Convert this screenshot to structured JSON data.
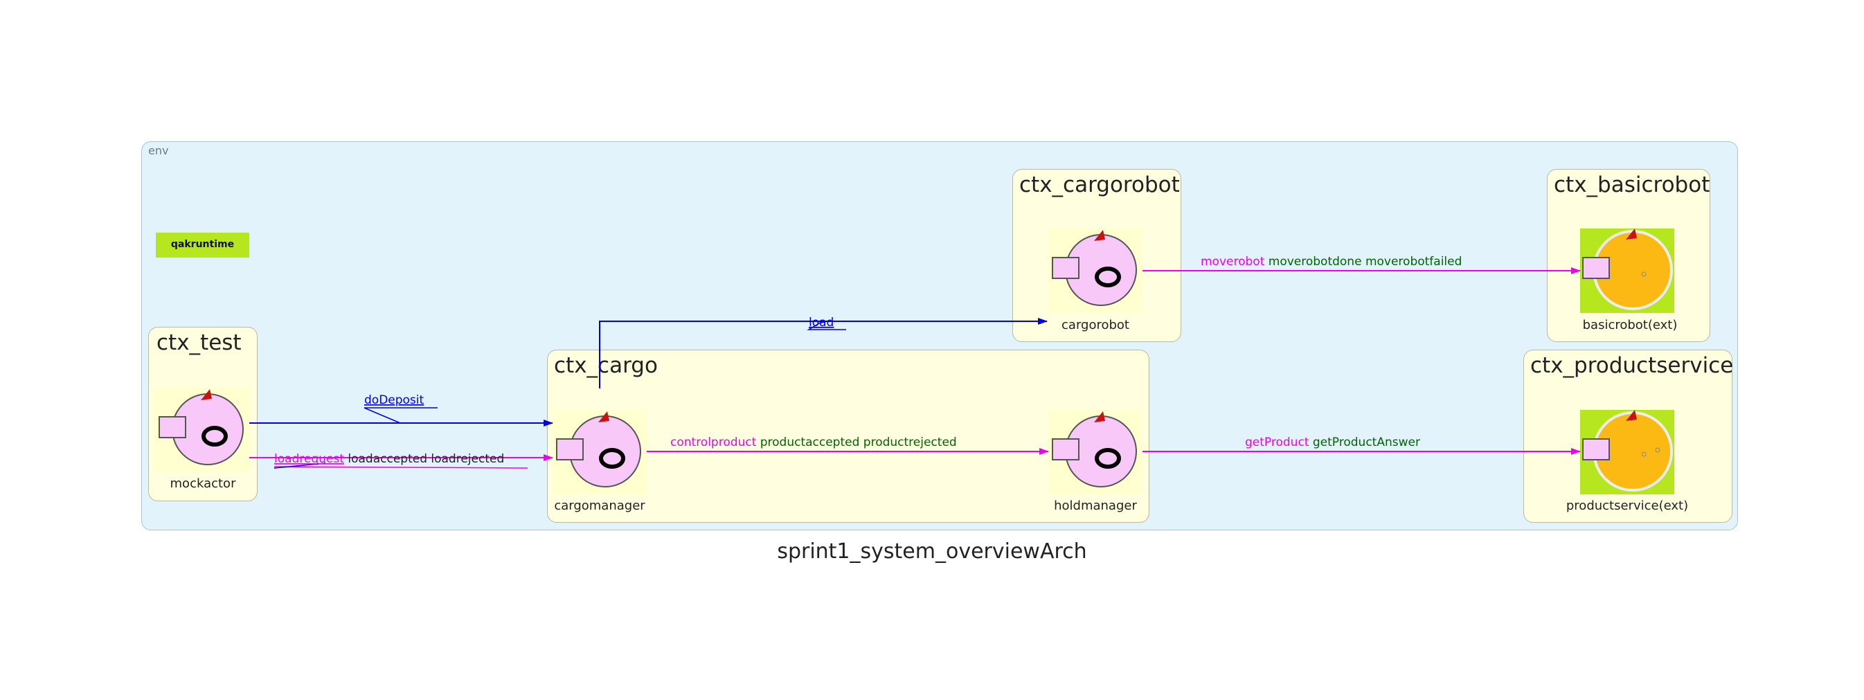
{
  "diagram": {
    "caption": "sprint1_system_overviewArch",
    "env_label": "env",
    "runtime_badge": "qakruntime",
    "contexts": {
      "ctx_test": "ctx_test",
      "ctx_cargo": "ctx_cargo",
      "ctx_cargorobot": "ctx_cargorobot",
      "ctx_basicrobot": "ctx_basicrobot",
      "ctx_productservice": "ctx_productservice"
    },
    "actors": {
      "mockactor": "mockactor",
      "cargomanager": "cargomanager",
      "holdmanager": "holdmanager",
      "cargorobot": "cargorobot",
      "basicrobot": "basicrobot(ext)",
      "productservice": "productservice(ext)"
    },
    "edges": {
      "doDeposit": {
        "request": "doDeposit"
      },
      "loadrequest": {
        "request": "loadrequest",
        "replies": "loadaccepted loadrejected"
      },
      "load": {
        "request": "load"
      },
      "controlproduct": {
        "request": "controlproduct",
        "replies": "productaccepted productrejected"
      },
      "getProduct": {
        "request": "getProduct",
        "replies": "getProductAnswer"
      },
      "moverobot": {
        "request": "moverobot",
        "replies": "moverobotdone moverobotfailed"
      }
    },
    "colors": {
      "env_fill": "#e3f3fb",
      "context_fill": "#ffffe0",
      "actor_fill": "#f8c8f8",
      "external_actor_fill": "#fdb913",
      "external_bg": "#b6e61e",
      "dispatch_edge": "#0000ee",
      "request_edge": "#ee00ee",
      "reply_text": "#006400"
    }
  }
}
